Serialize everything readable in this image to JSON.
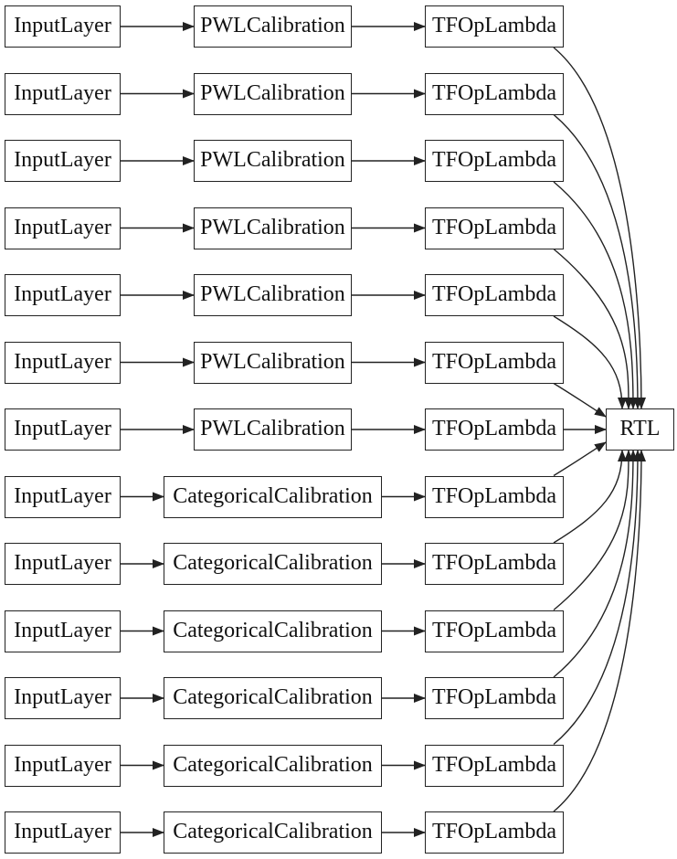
{
  "diagram": {
    "name": "keras-lattice-model-architecture",
    "colors": {
      "background": "#ffffff",
      "node_fill": "#ffffff",
      "node_border": "#222222",
      "edge": "#222222",
      "text": "#111111"
    },
    "rows": [
      {
        "input": "InputLayer",
        "calibration": "PWLCalibration",
        "op": "TFOpLambda"
      },
      {
        "input": "InputLayer",
        "calibration": "PWLCalibration",
        "op": "TFOpLambda"
      },
      {
        "input": "InputLayer",
        "calibration": "PWLCalibration",
        "op": "TFOpLambda"
      },
      {
        "input": "InputLayer",
        "calibration": "PWLCalibration",
        "op": "TFOpLambda"
      },
      {
        "input": "InputLayer",
        "calibration": "PWLCalibration",
        "op": "TFOpLambda"
      },
      {
        "input": "InputLayer",
        "calibration": "PWLCalibration",
        "op": "TFOpLambda"
      },
      {
        "input": "InputLayer",
        "calibration": "PWLCalibration",
        "op": "TFOpLambda"
      },
      {
        "input": "InputLayer",
        "calibration": "CategoricalCalibration",
        "op": "TFOpLambda"
      },
      {
        "input": "InputLayer",
        "calibration": "CategoricalCalibration",
        "op": "TFOpLambda"
      },
      {
        "input": "InputLayer",
        "calibration": "CategoricalCalibration",
        "op": "TFOpLambda"
      },
      {
        "input": "InputLayer",
        "calibration": "CategoricalCalibration",
        "op": "TFOpLambda"
      },
      {
        "input": "InputLayer",
        "calibration": "CategoricalCalibration",
        "op": "TFOpLambda"
      },
      {
        "input": "InputLayer",
        "calibration": "CategoricalCalibration",
        "op": "TFOpLambda"
      }
    ],
    "output_node": "RTL"
  }
}
